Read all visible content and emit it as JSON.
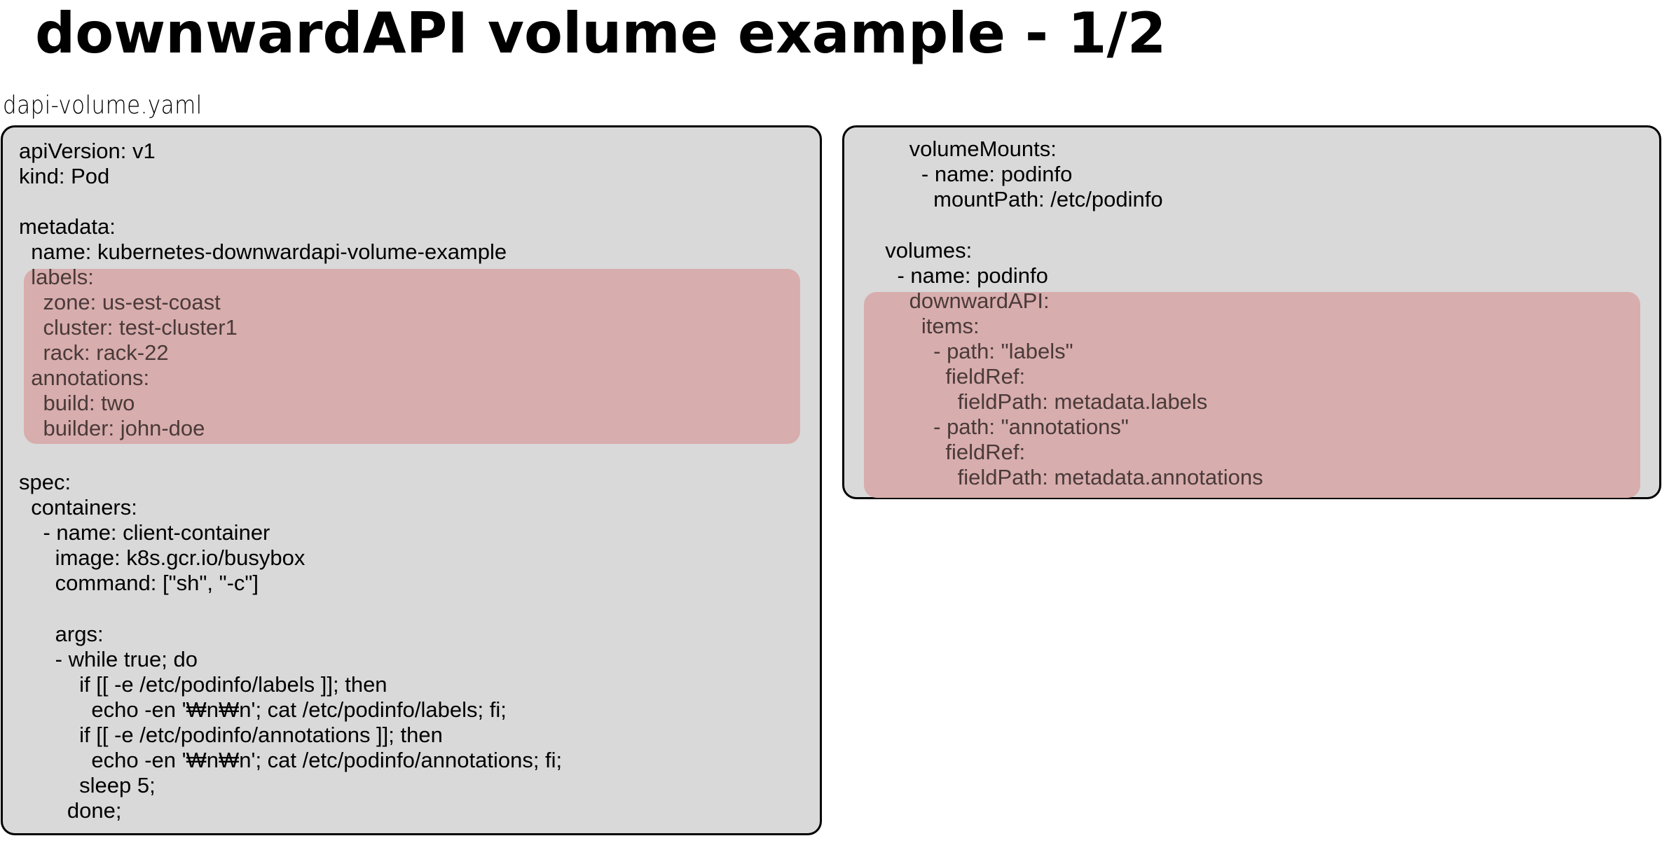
{
  "slide": {
    "title": "downwardAPI volume example - 1/2",
    "filename": "dapi-volume.yaml"
  },
  "left_code": {
    "lines": [
      "apiVersion: v1",
      "kind: Pod",
      "",
      "metadata:",
      "  name: kubernetes-downwardapi-volume-example",
      "  labels:",
      "    zone: us-est-coast",
      "    cluster: test-cluster1",
      "    rack: rack-22",
      "  annotations:",
      "    build: two",
      "    builder: john-doe",
      "",
      "spec:",
      "  containers:",
      "    - name: client-container",
      "      image: k8s.gcr.io/busybox",
      "      command: [\"sh\", \"-c\"]",
      "",
      "      args:",
      "      - while true; do",
      "          if [[ -e /etc/podinfo/labels ]]; then",
      "            echo -en '₩n₩n'; cat /etc/podinfo/labels; fi;",
      "          if [[ -e /etc/podinfo/annotations ]]; then",
      "            echo -en '₩n₩n'; cat /etc/podinfo/annotations; fi;",
      "          sleep 5;",
      "        done;"
    ]
  },
  "right_code": {
    "lines": [
      "      volumeMounts:",
      "        - name: podinfo",
      "          mountPath: /etc/podinfo",
      "",
      "  volumes:",
      "    - name: podinfo",
      "      downwardAPI:",
      "        items:",
      "          - path: \"labels\"",
      "            fieldRef:",
      "              fieldPath: metadata.labels",
      "          - path: \"annotations\"",
      "            fieldRef:",
      "              fieldPath: metadata.annotations"
    ]
  },
  "colors": {
    "panel_bg": "#d9d9d9",
    "highlight": "#d8adad",
    "border": "#000000"
  }
}
